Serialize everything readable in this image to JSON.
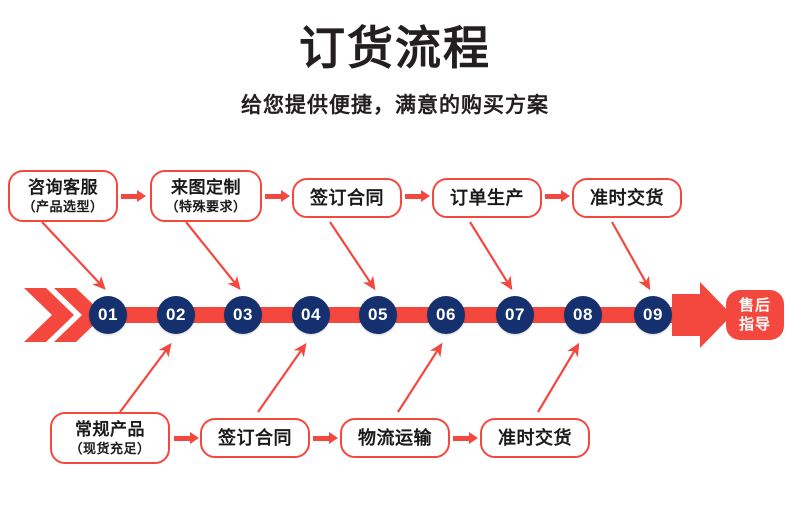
{
  "header": {
    "title": "订货流程",
    "subtitle": "给您提供便捷，满意的购买方案"
  },
  "colors": {
    "red": "#f4483f",
    "navy": "#14306e",
    "text": "#231f20",
    "background": "#ffffff"
  },
  "top_row": {
    "boxes": [
      {
        "line1": "咨询客服",
        "line2": "（产品选型）"
      },
      {
        "line1": "来图定制",
        "line2": "（特殊要求）"
      },
      {
        "line1": "签订合同",
        "line2": ""
      },
      {
        "line1": "订单生产",
        "line2": ""
      },
      {
        "line1": "准时交货",
        "line2": ""
      }
    ]
  },
  "bottom_row": {
    "boxes": [
      {
        "line1": "常规产品",
        "line2": "（现货充足）"
      },
      {
        "line1": "签订合同",
        "line2": ""
      },
      {
        "line1": "物流运输",
        "line2": ""
      },
      {
        "line1": "准时交货",
        "line2": ""
      }
    ]
  },
  "timeline": {
    "steps": [
      "01",
      "02",
      "03",
      "04",
      "05",
      "06",
      "07",
      "08",
      "09"
    ],
    "end_badge": {
      "line1": "售后",
      "line2": "指导"
    }
  }
}
